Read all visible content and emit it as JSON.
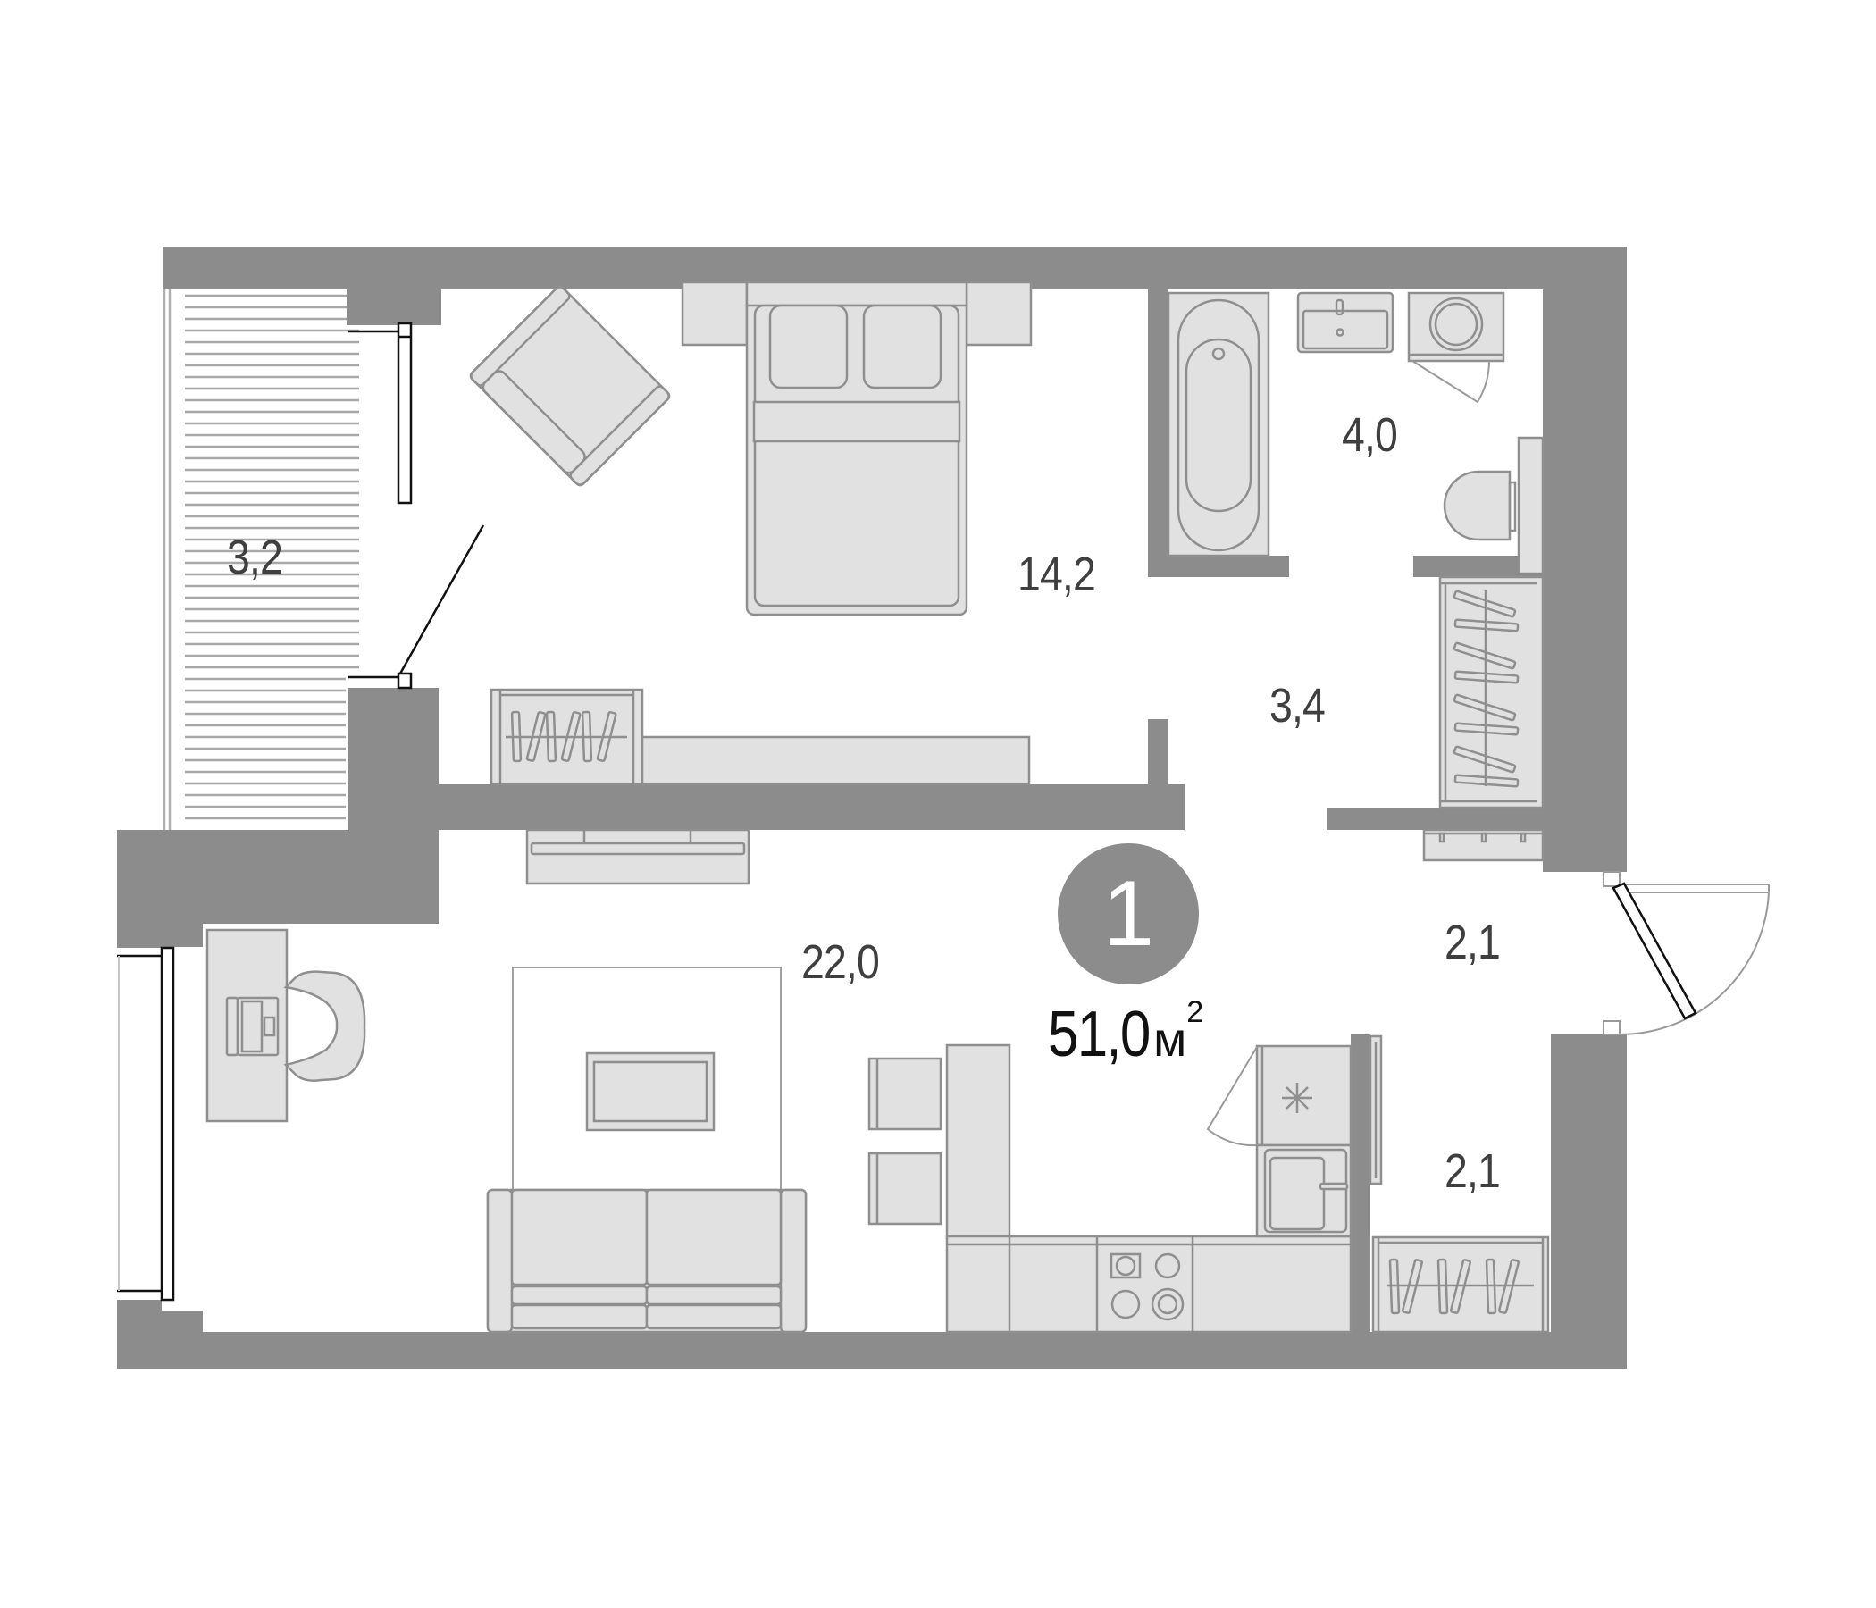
{
  "plan": {
    "type": "apartment-floor-plan",
    "rooms_count_badge": "1",
    "total_area_value": "51,0",
    "total_area_unit": "м",
    "total_area_superscript": "2",
    "colors": {
      "wall": "#8c8c8c",
      "furniture_fill": "#e1e1e1",
      "furniture_stroke": "#8f8f8f",
      "label_text": "#3f3f3f",
      "total_text": "#111111",
      "badge_bg": "#8c8c8c",
      "badge_text": "#ffffff"
    }
  },
  "rooms": [
    {
      "id": "balcony",
      "area": "3,2"
    },
    {
      "id": "bedroom",
      "area": "14,2"
    },
    {
      "id": "bathroom",
      "area": "4,0"
    },
    {
      "id": "hall-closet",
      "area": "3,4"
    },
    {
      "id": "living-room",
      "area": "22,0"
    },
    {
      "id": "entrance-hall",
      "area": "2,1"
    },
    {
      "id": "storage",
      "area": "2,1"
    }
  ]
}
